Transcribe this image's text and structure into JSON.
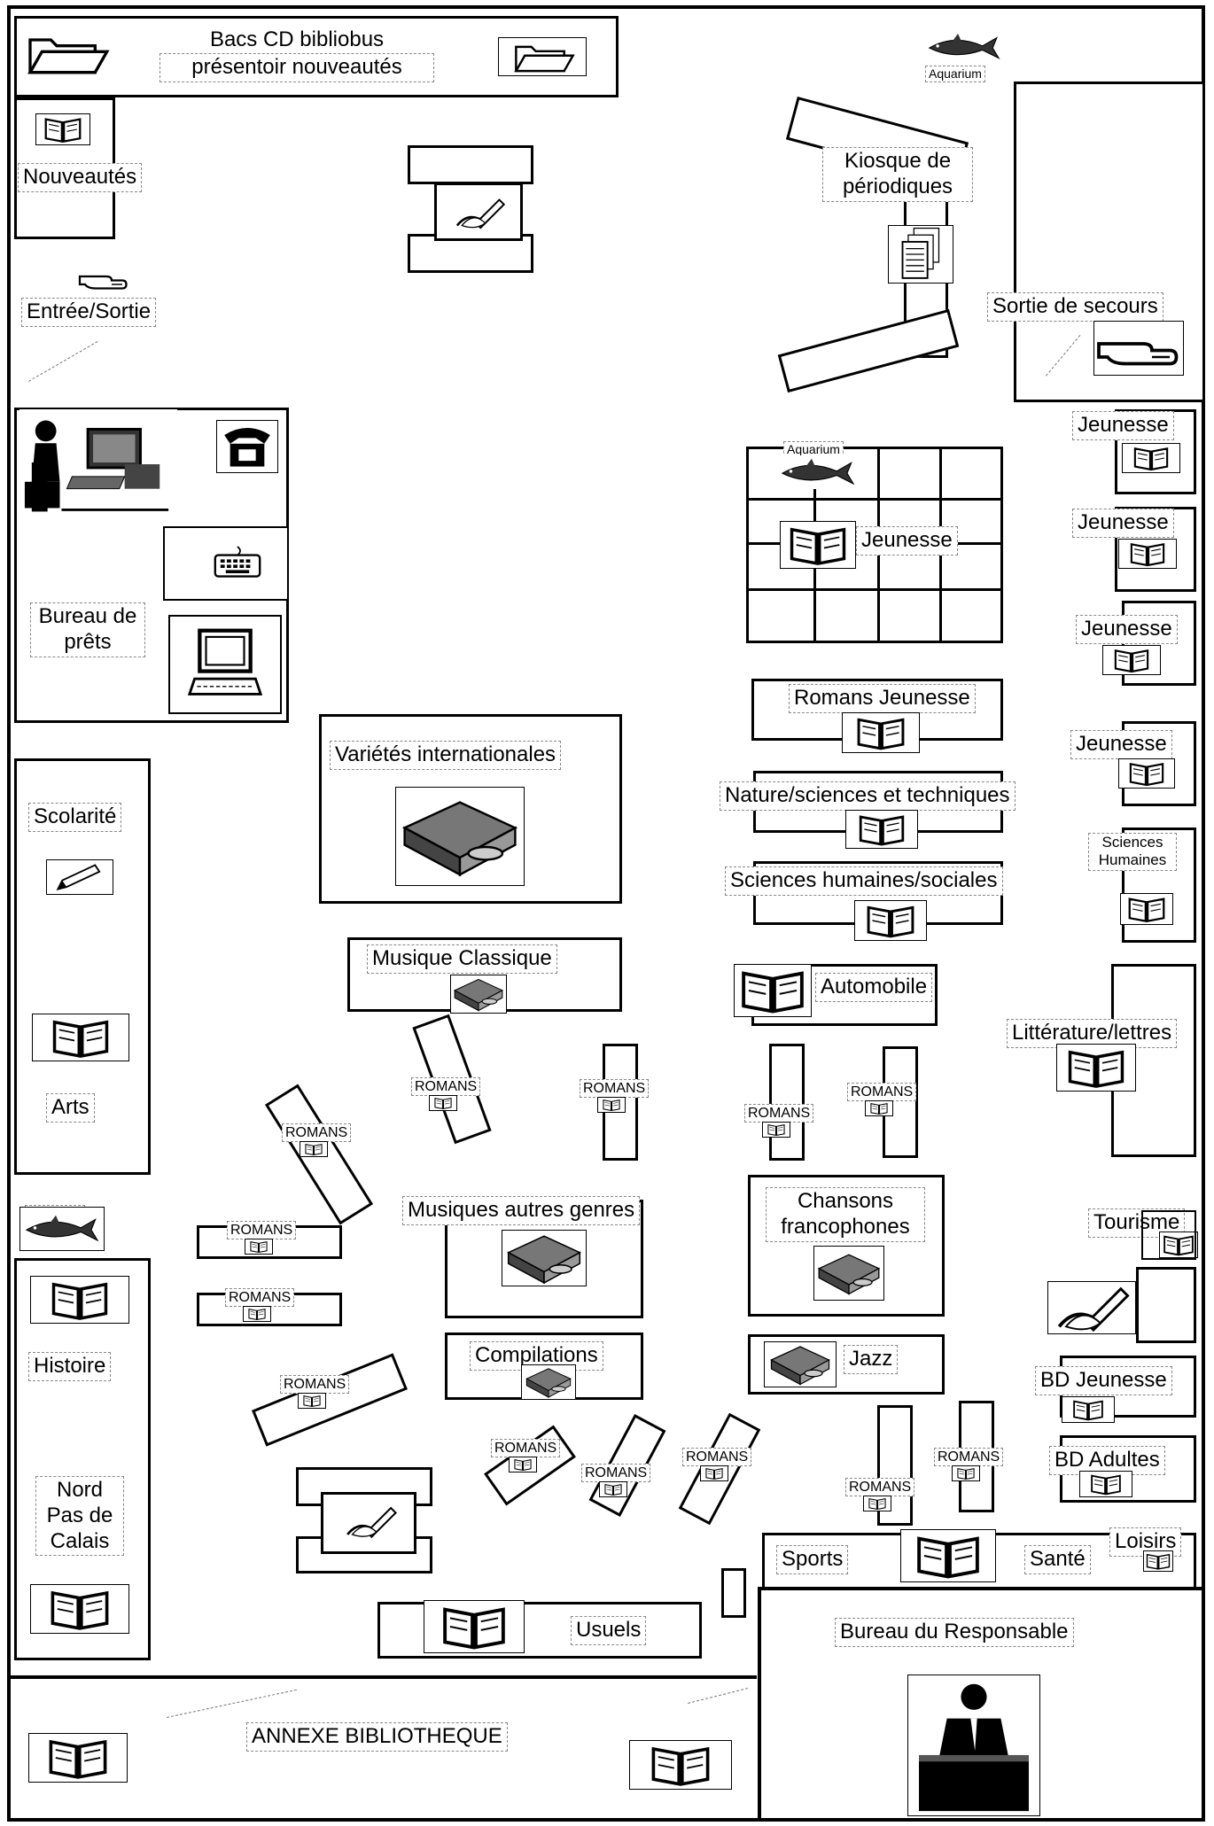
{
  "header": {
    "bacs_line1": "Bacs CD  bibliobus",
    "bacs_line2": "présentoir nouveautés"
  },
  "labels": {
    "aquarium": "Aquarium",
    "nouveautes": "Nouveautés",
    "entree_sortie": "Entrée/Sortie",
    "kiosque": "Kiosque de périodiques",
    "sortie_secours": "Sortie de secours",
    "bureau_prets": "Bureau de prêts",
    "jeunesse": "Jeunesse",
    "romans_jeunesse": "Romans Jeunesse",
    "nature_sciences": "Nature/sciences et techniques",
    "sciences_humaines_sociales": "Sciences humaines/sociales",
    "sciences_humaines_small": "Sciences Humaines",
    "automobile": "Automobile",
    "litterature": "Littérature/lettres",
    "varietes": "Variétés internationales",
    "musique_classique": "Musique Classique",
    "scolarite": "Scolarité",
    "arts": "Arts",
    "romans": "ROMANS",
    "musiques_autres": "Musiques autres genres",
    "chansons_francophones": "Chansons francophones",
    "tourisme": "Tourisme",
    "compilations": "Compilations",
    "jazz": "Jazz",
    "bd_jeunesse": "BD Jeunesse",
    "bd_adultes": "BD Adultes",
    "histoire": "Histoire",
    "nord_pas_de_calais": "Nord Pas de Calais",
    "sports": "Sports",
    "sante": "Santé",
    "loisirs": "Loisirs",
    "usuels": "Usuels",
    "bureau_responsable": "Bureau du Responsable",
    "annexe": "ANNEXE BIBLIOTHEQUE"
  },
  "icons": {
    "book": "open-book-icon",
    "cd_player": "cd-player-icon",
    "fish": "fish-icon",
    "hand": "pointing-hand-icon",
    "writing": "writing-hand-icon",
    "phone": "telephone-icon",
    "keyboard": "keyboard-icon",
    "computer": "computer-icon",
    "newspaper": "newspaper-icon",
    "pencil": "pencil-icon",
    "folder": "folder-icon",
    "clerk": "clerk-at-computer-icon",
    "manager": "manager-at-desk-icon"
  }
}
